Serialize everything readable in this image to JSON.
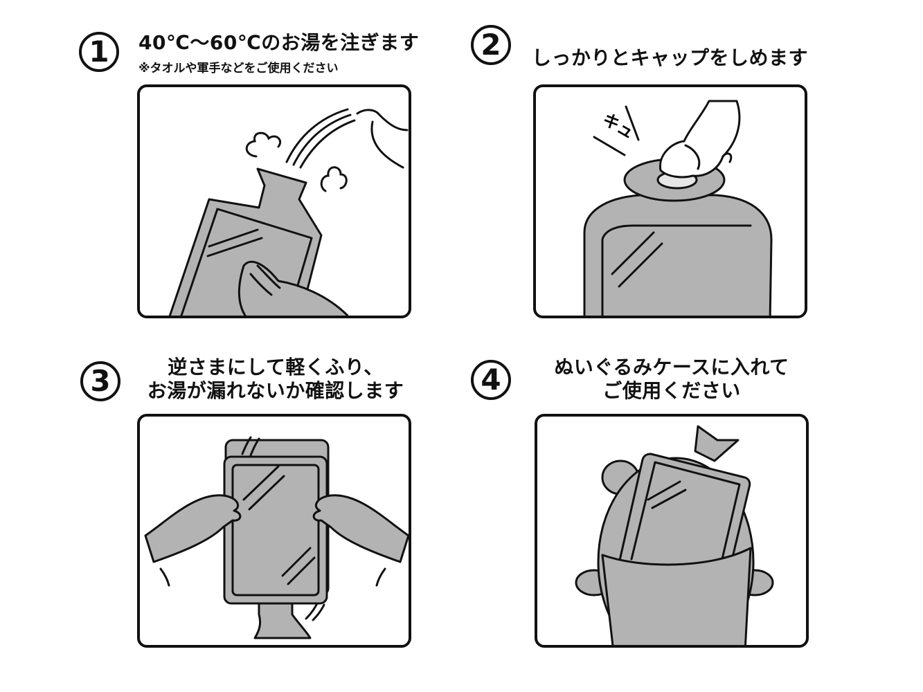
{
  "steps": [
    {
      "number": "1",
      "title": "40℃〜60℃のお湯を注ぎます",
      "note": "※タオルや軍手などをご使用ください"
    },
    {
      "number": "2",
      "title": "しっかりとキャップをしめます"
    },
    {
      "number": "3",
      "title_lines": [
        "逆さまにして軽くふり、",
        "お湯が漏れないか確認します"
      ]
    },
    {
      "number": "4",
      "title_lines": [
        "ぬいぐるみケースに入れて",
        "ご使用ください"
      ]
    }
  ],
  "illustration_text": {
    "sound_effect": "キュ"
  },
  "colors": {
    "fill_gray": "#b3b3b3",
    "line": "#111111",
    "background": "#ffffff"
  }
}
